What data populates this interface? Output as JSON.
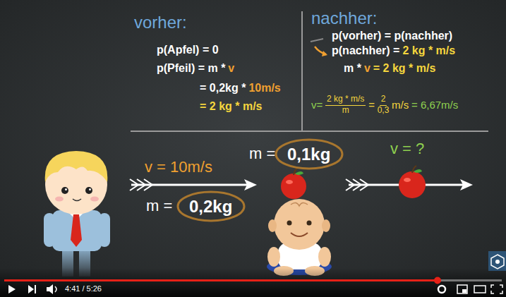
{
  "diagram": {
    "nodes": [
      {
        "text": [
          "0,1kg"
        ]
      },
      {
        "text": [
          "0,2kg"
        ]
      }
    ],
    "labels": [
      "vorher:",
      "p(Apfel) = 0",
      "p(Pfeil) = m *",
      "v",
      "= 0,2kg *",
      "10m/s",
      "= 2 kg * m/s",
      "nachher:",
      "p(vorher) = p(nachher)",
      "p(nachher) =",
      "2 kg * m/s",
      "m *",
      "v",
      "= 2 kg * m/s",
      "v=",
      "2 kg * m/s",
      "m",
      "=",
      "2",
      "0,3",
      "m/s",
      "= 6,67m/s",
      "v = 10m/s",
      "m =",
      "m =",
      "v = ?",
      "4:41 / 5:26"
    ]
  }
}
